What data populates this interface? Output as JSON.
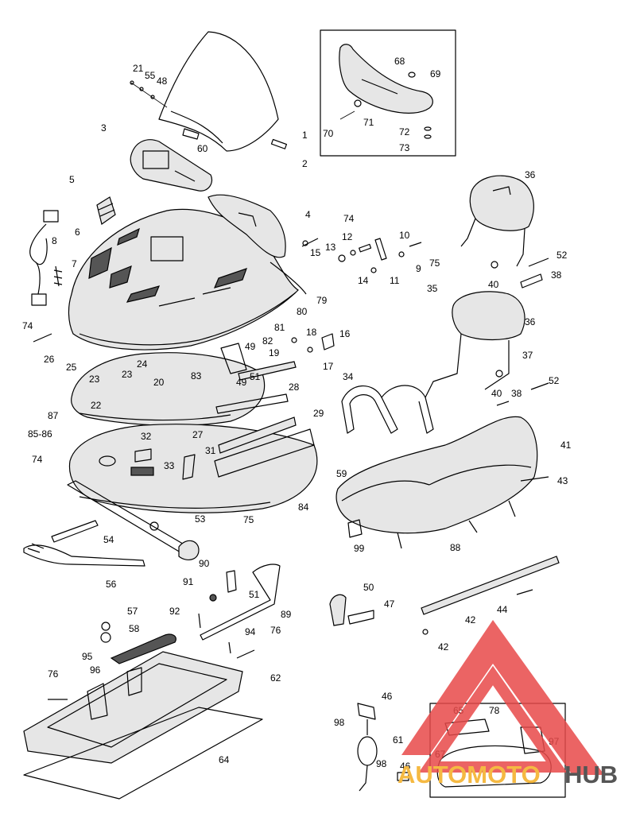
{
  "callouts": [
    {
      "id": "c1",
      "label": "1"
    },
    {
      "id": "c2",
      "label": "2"
    },
    {
      "id": "c3",
      "label": "3"
    },
    {
      "id": "c4",
      "label": "4"
    },
    {
      "id": "c5",
      "label": "5"
    },
    {
      "id": "c6",
      "label": "6"
    },
    {
      "id": "c7",
      "label": "7"
    },
    {
      "id": "c8",
      "label": "8"
    },
    {
      "id": "c9",
      "label": "9"
    },
    {
      "id": "c10",
      "label": "10"
    },
    {
      "id": "c11",
      "label": "11"
    },
    {
      "id": "c12",
      "label": "12"
    },
    {
      "id": "c13",
      "label": "13"
    },
    {
      "id": "c14",
      "label": "14"
    },
    {
      "id": "c15",
      "label": "15"
    },
    {
      "id": "c16",
      "label": "16"
    },
    {
      "id": "c17",
      "label": "17"
    },
    {
      "id": "c18",
      "label": "18"
    },
    {
      "id": "c19",
      "label": "19"
    },
    {
      "id": "c20",
      "label": "20"
    },
    {
      "id": "c21",
      "label": "21"
    },
    {
      "id": "c22",
      "label": "22"
    },
    {
      "id": "c23a",
      "label": "23"
    },
    {
      "id": "c23b",
      "label": "23"
    },
    {
      "id": "c24",
      "label": "24"
    },
    {
      "id": "c25",
      "label": "25"
    },
    {
      "id": "c26",
      "label": "26"
    },
    {
      "id": "c27",
      "label": "27"
    },
    {
      "id": "c28",
      "label": "28"
    },
    {
      "id": "c29",
      "label": "29"
    },
    {
      "id": "c31",
      "label": "31"
    },
    {
      "id": "c32",
      "label": "32"
    },
    {
      "id": "c33",
      "label": "33"
    },
    {
      "id": "c34",
      "label": "34"
    },
    {
      "id": "c35",
      "label": "35"
    },
    {
      "id": "c36a",
      "label": "36"
    },
    {
      "id": "c36b",
      "label": "36"
    },
    {
      "id": "c37",
      "label": "37"
    },
    {
      "id": "c38a",
      "label": "38"
    },
    {
      "id": "c38b",
      "label": "38"
    },
    {
      "id": "c40a",
      "label": "40"
    },
    {
      "id": "c40b",
      "label": "40"
    },
    {
      "id": "c41",
      "label": "41"
    },
    {
      "id": "c42a",
      "label": "42"
    },
    {
      "id": "c42b",
      "label": "42"
    },
    {
      "id": "c43",
      "label": "43"
    },
    {
      "id": "c44",
      "label": "44"
    },
    {
      "id": "c46a",
      "label": "46"
    },
    {
      "id": "c46b",
      "label": "46"
    },
    {
      "id": "c47",
      "label": "47"
    },
    {
      "id": "c48",
      "label": "48"
    },
    {
      "id": "c49a",
      "label": "49"
    },
    {
      "id": "c49b",
      "label": "49"
    },
    {
      "id": "c50",
      "label": "50"
    },
    {
      "id": "c51a",
      "label": "51"
    },
    {
      "id": "c51b",
      "label": "51"
    },
    {
      "id": "c52a",
      "label": "52"
    },
    {
      "id": "c52b",
      "label": "52"
    },
    {
      "id": "c53",
      "label": "53"
    },
    {
      "id": "c54",
      "label": "54"
    },
    {
      "id": "c55",
      "label": "55"
    },
    {
      "id": "c56",
      "label": "56"
    },
    {
      "id": "c57",
      "label": "57"
    },
    {
      "id": "c58",
      "label": "58"
    },
    {
      "id": "c59",
      "label": "59"
    },
    {
      "id": "c60",
      "label": "60"
    },
    {
      "id": "c61",
      "label": "61"
    },
    {
      "id": "c62",
      "label": "62"
    },
    {
      "id": "c64",
      "label": "64"
    },
    {
      "id": "c65",
      "label": "65"
    },
    {
      "id": "c67",
      "label": "67"
    },
    {
      "id": "c68",
      "label": "68"
    },
    {
      "id": "c69",
      "label": "69"
    },
    {
      "id": "c70",
      "label": "70"
    },
    {
      "id": "c71",
      "label": "71"
    },
    {
      "id": "c72",
      "label": "72"
    },
    {
      "id": "c73",
      "label": "73"
    },
    {
      "id": "c74a",
      "label": "74"
    },
    {
      "id": "c74b",
      "label": "74"
    },
    {
      "id": "c74c",
      "label": "74"
    },
    {
      "id": "c75a",
      "label": "75"
    },
    {
      "id": "c75b",
      "label": "75"
    },
    {
      "id": "c76a",
      "label": "76"
    },
    {
      "id": "c76b",
      "label": "76"
    },
    {
      "id": "c78",
      "label": "78"
    },
    {
      "id": "c79",
      "label": "79"
    },
    {
      "id": "c80",
      "label": "80"
    },
    {
      "id": "c81",
      "label": "81"
    },
    {
      "id": "c82",
      "label": "82"
    },
    {
      "id": "c83",
      "label": "83"
    },
    {
      "id": "c84",
      "label": "84"
    },
    {
      "id": "c8586",
      "label": "85-86"
    },
    {
      "id": "c87",
      "label": "87"
    },
    {
      "id": "c88",
      "label": "88"
    },
    {
      "id": "c89",
      "label": "89"
    },
    {
      "id": "c90",
      "label": "90"
    },
    {
      "id": "c91",
      "label": "91"
    },
    {
      "id": "c92",
      "label": "92"
    },
    {
      "id": "c94",
      "label": "94"
    },
    {
      "id": "c95",
      "label": "95"
    },
    {
      "id": "c96",
      "label": "96"
    },
    {
      "id": "c97",
      "label": "97"
    },
    {
      "id": "c98a",
      "label": "98"
    },
    {
      "id": "c98b",
      "label": "98"
    },
    {
      "id": "c99",
      "label": "99"
    }
  ],
  "watermark": {
    "part1": "AUTOMOTO",
    "part2": "HUB",
    "color_part1": "#f5b942",
    "color_part2": "#555555",
    "logo_color": "#e84a4a"
  }
}
